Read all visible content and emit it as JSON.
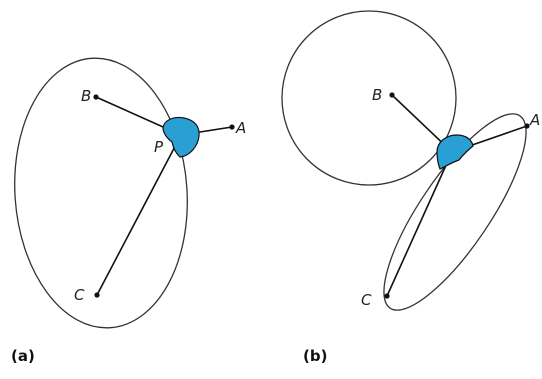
{
  "panels": [
    {
      "label": "(a)",
      "points": {
        "A": "A",
        "B": "B",
        "C": "C",
        "P": "P"
      }
    },
    {
      "label": "(b)",
      "points": {
        "A": "A",
        "B": "B",
        "C": "C"
      }
    }
  ],
  "colors": {
    "highlight": "#2a9fd4",
    "ink": "#111111"
  }
}
